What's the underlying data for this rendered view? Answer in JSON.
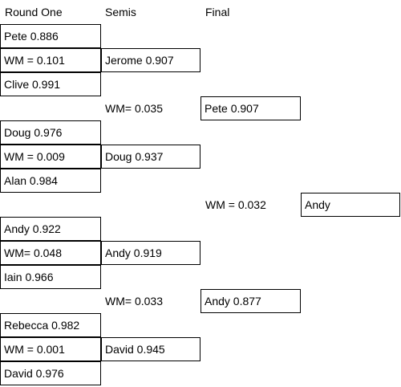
{
  "headers": {
    "round_one": "Round One",
    "semis": "Semis",
    "final": "Final"
  },
  "round_one": {
    "pete": "Pete 0.886",
    "wm1": "WM = 0.101",
    "clive": "Clive 0.991",
    "doug": "Doug 0.976",
    "wm2": "WM = 0.009",
    "alan": "Alan 0.984",
    "andy": "Andy 0.922",
    "wm3": "WM= 0.048",
    "iain": "Iain 0.966",
    "rebecca": "Rebecca 0.982",
    "wm4": "WM = 0.001",
    "david": "David 0.976"
  },
  "semis": {
    "jerome": "Jerome 0.907",
    "wm_top": "WM= 0.035",
    "doug": "Doug 0.937",
    "andy": "Andy 0.919",
    "wm_bottom": "WM= 0.033",
    "david": "David 0.945"
  },
  "final": {
    "pete": "Pete 0.907",
    "wm": "WM = 0.032",
    "andy": "Andy 0.877"
  },
  "champion": "Andy"
}
